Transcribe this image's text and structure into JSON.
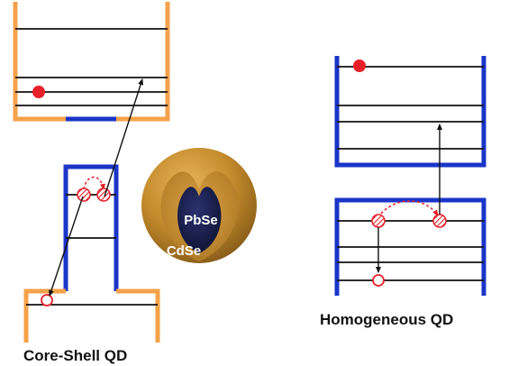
{
  "labels": {
    "core_shell": "Core-Shell QD",
    "homogeneous": "Homogeneous QD",
    "core_material": "PbSe",
    "shell_material": "CdSe"
  },
  "colors": {
    "shell_orange": "#F4A24A",
    "core_blue": "#1A35C8",
    "level_black": "#111111",
    "electron_red": "#E8202A",
    "sphere_gold": "#C8922E",
    "core_navy": "#161A3E"
  },
  "icons": {
    "electron": "filled-red-circle",
    "hole": "open-red-circle",
    "exciton": "hatched-red-circle"
  }
}
